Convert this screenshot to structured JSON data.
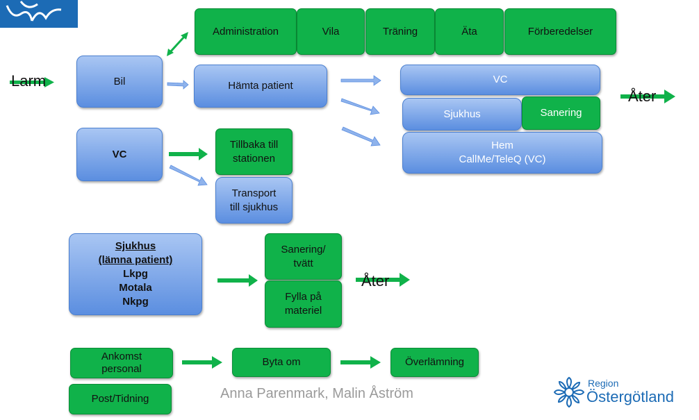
{
  "nodes": {
    "larm": "Larm",
    "bil": "Bil",
    "vc_left": "VC",
    "hamta_patient": "Hämta patient",
    "administration": "Administration",
    "vila": "Vila",
    "traning": "Träning",
    "ata": "Äta",
    "forberedelser": "Förberedelser",
    "vc_right": "VC",
    "sjukhus_right": "Sjukhus",
    "sanering_right": "Sanering",
    "hem_line1": "Hem",
    "hem_line2": "CallMe/TeleQ (VC)",
    "ater_top": "Åter",
    "tillbaka_line1": "Tillbaka till",
    "tillbaka_line2": "stationen",
    "transport_line1": "Transport",
    "transport_line2": "till sjukhus",
    "sjukhus_block": {
      "title": "Sjukhus",
      "subtitle": "(lämna patient)",
      "items": [
        "Lkpg",
        "Motala",
        "Nkpg"
      ]
    },
    "sanering_tvatt_line1": "Sanering/",
    "sanering_tvatt_line2": "tvätt",
    "fylla_line1": "Fylla på",
    "fylla_line2": "materiel",
    "ater_mid": "Åter",
    "ankomst_line1": "Ankomst",
    "ankomst_line2": "personal",
    "post": "Post/Tidning",
    "byta_om": "Byta om",
    "overlamning": "Överlämning"
  },
  "footer": {
    "authors": "Anna Parenmark, Malin Åström",
    "logo_small": "Region",
    "logo_big": "Östergötland"
  },
  "colors": {
    "green": "#10b24a",
    "blue_light": "#a9c6f3",
    "blue_dark": "#5b8ee0",
    "brand_blue": "#1c6bb5"
  }
}
